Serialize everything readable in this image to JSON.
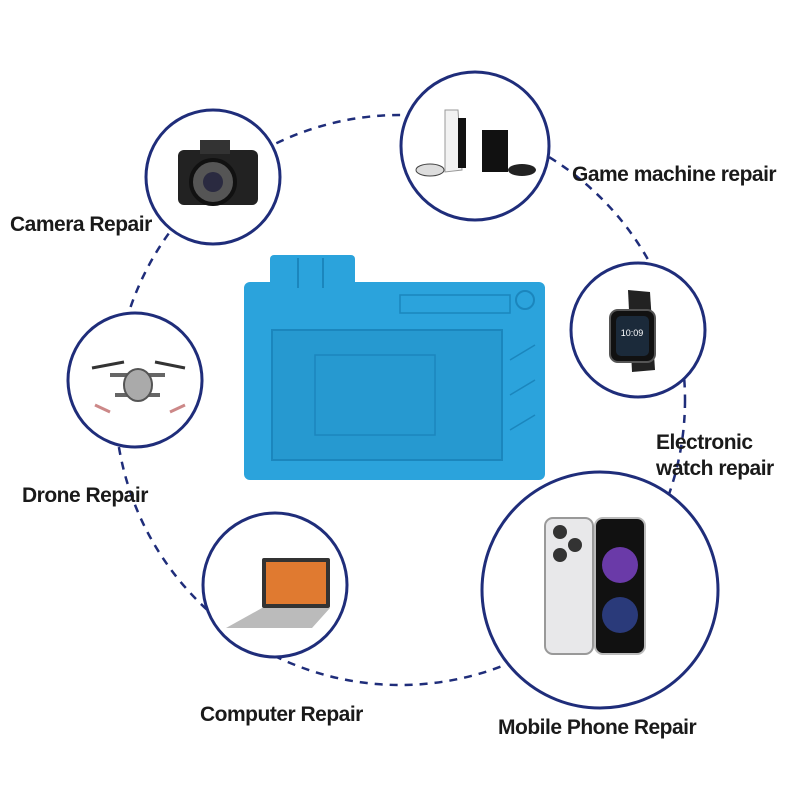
{
  "colors": {
    "ring": "#1f2d7a",
    "mat": "#2ba3dc",
    "mat_dark": "#1b86bd"
  },
  "services": [
    {
      "label": "Camera Repair",
      "icon": "camera-icon"
    },
    {
      "label": "Game machine repair",
      "icon": "game-console-icon"
    },
    {
      "label": "Electronic watch repair",
      "line1": "Electronic",
      "line2": "watch repair",
      "icon": "smartwatch-icon"
    },
    {
      "label": "Drone Repair",
      "icon": "drone-icon"
    },
    {
      "label": "Computer Repair",
      "icon": "laptop-icon"
    },
    {
      "label": "Mobile Phone Repair",
      "icon": "phone-icon"
    }
  ]
}
